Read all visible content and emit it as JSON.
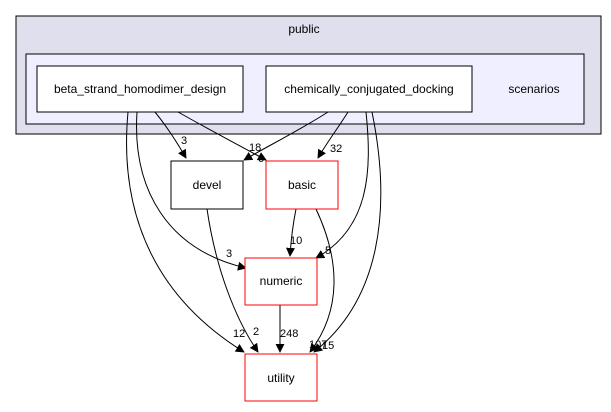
{
  "diagram": {
    "outer_cluster": {
      "label": "public",
      "fill": "#dfdfee",
      "stroke": "#000000"
    },
    "inner_cluster": {
      "label": "scenarios",
      "fill": "#efefff",
      "stroke": "#000000"
    },
    "nodes": {
      "beta": {
        "label": "beta_strand_homodimer_design",
        "stroke": "#000000"
      },
      "chem": {
        "label": "chemically_conjugated_docking",
        "stroke": "#000000"
      },
      "devel": {
        "label": "devel",
        "stroke": "#000000"
      },
      "basic": {
        "label": "basic",
        "stroke": "#ff0000"
      },
      "numeric": {
        "label": "numeric",
        "stroke": "#ff0000"
      },
      "utility": {
        "label": "utility",
        "stroke": "#ff0000"
      }
    },
    "edge_labels": {
      "beta_devel": "3",
      "beta_basic": "18",
      "beta_basic_b": "6",
      "chem_basic": "32",
      "basic_numeric": "10",
      "chem_numeric": "5",
      "beta_numeric": "3",
      "beta_utility": "12",
      "devel_utility": "2",
      "numeric_utility": "248",
      "basic_utility": "107",
      "chem_utility": "15"
    }
  }
}
